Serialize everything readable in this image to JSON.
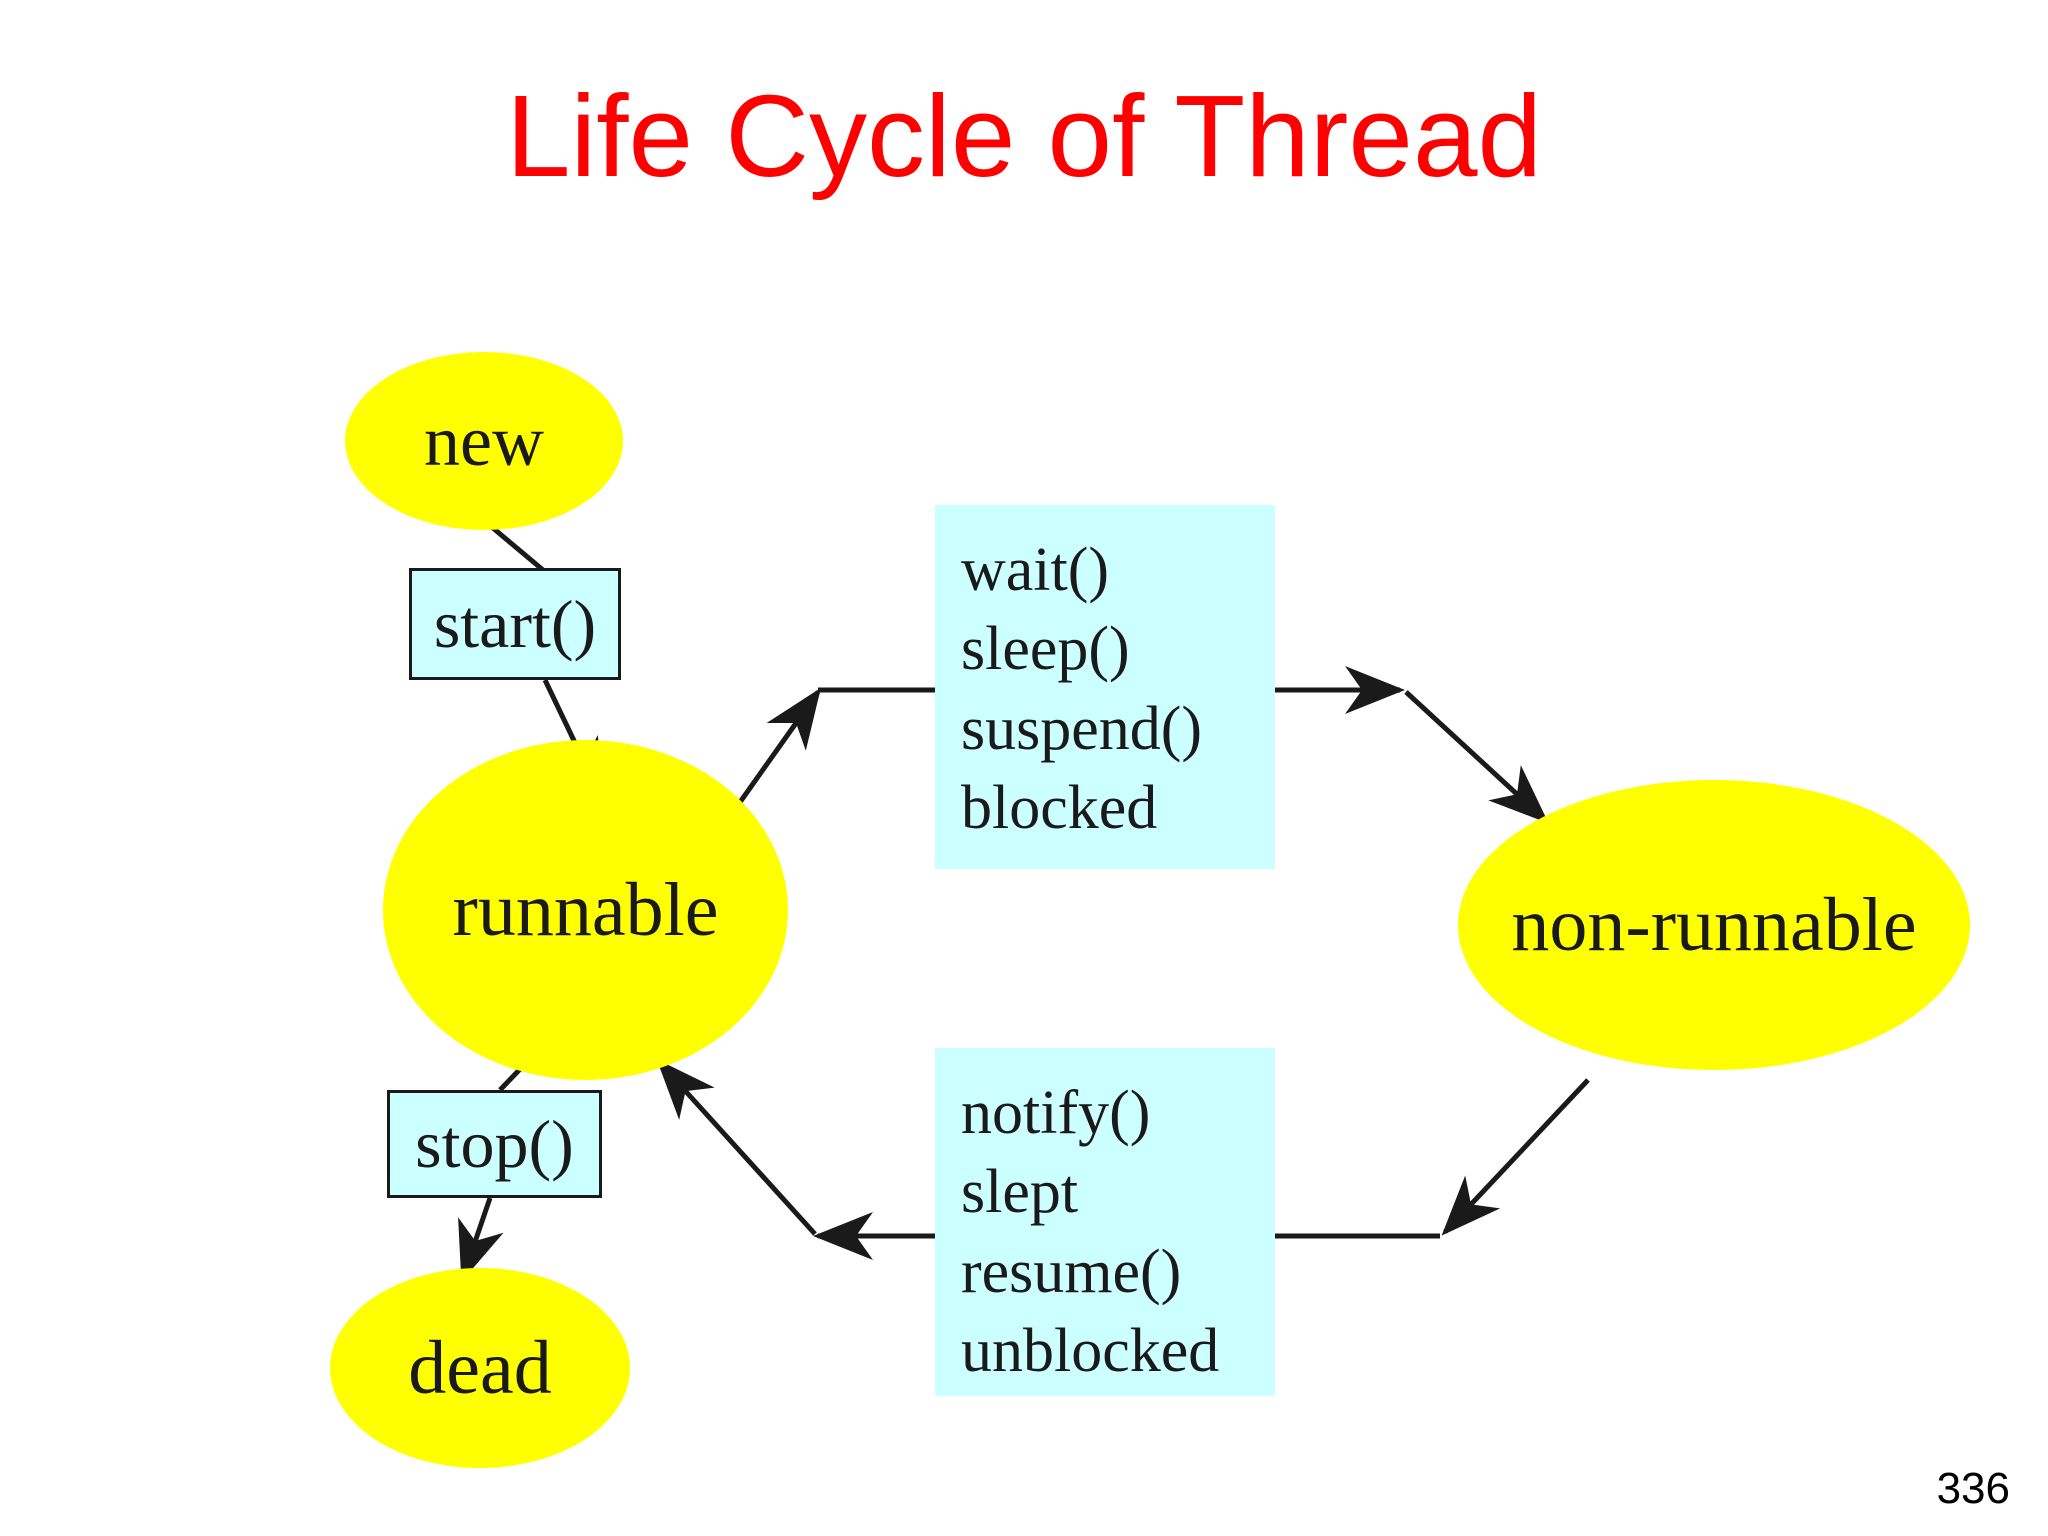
{
  "slide": {
    "title": "Life Cycle of Thread",
    "title_color": "#ff0000",
    "page_number": "336",
    "background": "#ffffff"
  },
  "palette": {
    "state_fill": "#ffff00",
    "action_fill": "#ccffff",
    "stroke": "#1a1a1a",
    "text": "#1a1a1a"
  },
  "diagram": {
    "type": "state-machine",
    "states": [
      {
        "id": "new",
        "label": "new",
        "shape": "ellipse",
        "fill": "#ffff00"
      },
      {
        "id": "runnable",
        "label": "runnable",
        "shape": "ellipse",
        "fill": "#ffff00"
      },
      {
        "id": "dead",
        "label": "dead",
        "shape": "ellipse",
        "fill": "#ffff00"
      },
      {
        "id": "non-runnable",
        "label": "non-runnable",
        "shape": "ellipse",
        "fill": "#ffff00"
      }
    ],
    "actions": [
      {
        "id": "start",
        "label": "start()",
        "shape": "rect-bordered",
        "fill": "#ccffff"
      },
      {
        "id": "stop",
        "label": "stop()",
        "shape": "rect-bordered",
        "fill": "#ccffff"
      }
    ],
    "notes": [
      {
        "id": "to-non-runnable",
        "fill": "#ccffff",
        "lines": [
          "wait()",
          "sleep()",
          "suspend()",
          "blocked"
        ]
      },
      {
        "id": "to-runnable",
        "fill": "#ccffff",
        "lines": [
          "notify()",
          "slept",
          "resume()",
          "unblocked"
        ]
      }
    ],
    "transitions": [
      {
        "from": "new",
        "to": "start",
        "label": ""
      },
      {
        "from": "start",
        "to": "runnable",
        "label": ""
      },
      {
        "from": "runnable",
        "to": "non-runnable",
        "label": "wait() / sleep() / suspend() / blocked"
      },
      {
        "from": "non-runnable",
        "to": "runnable",
        "label": "notify() / slept / resume() / unblocked"
      },
      {
        "from": "runnable",
        "to": "stop",
        "label": ""
      },
      {
        "from": "stop",
        "to": "dead",
        "label": ""
      }
    ]
  }
}
